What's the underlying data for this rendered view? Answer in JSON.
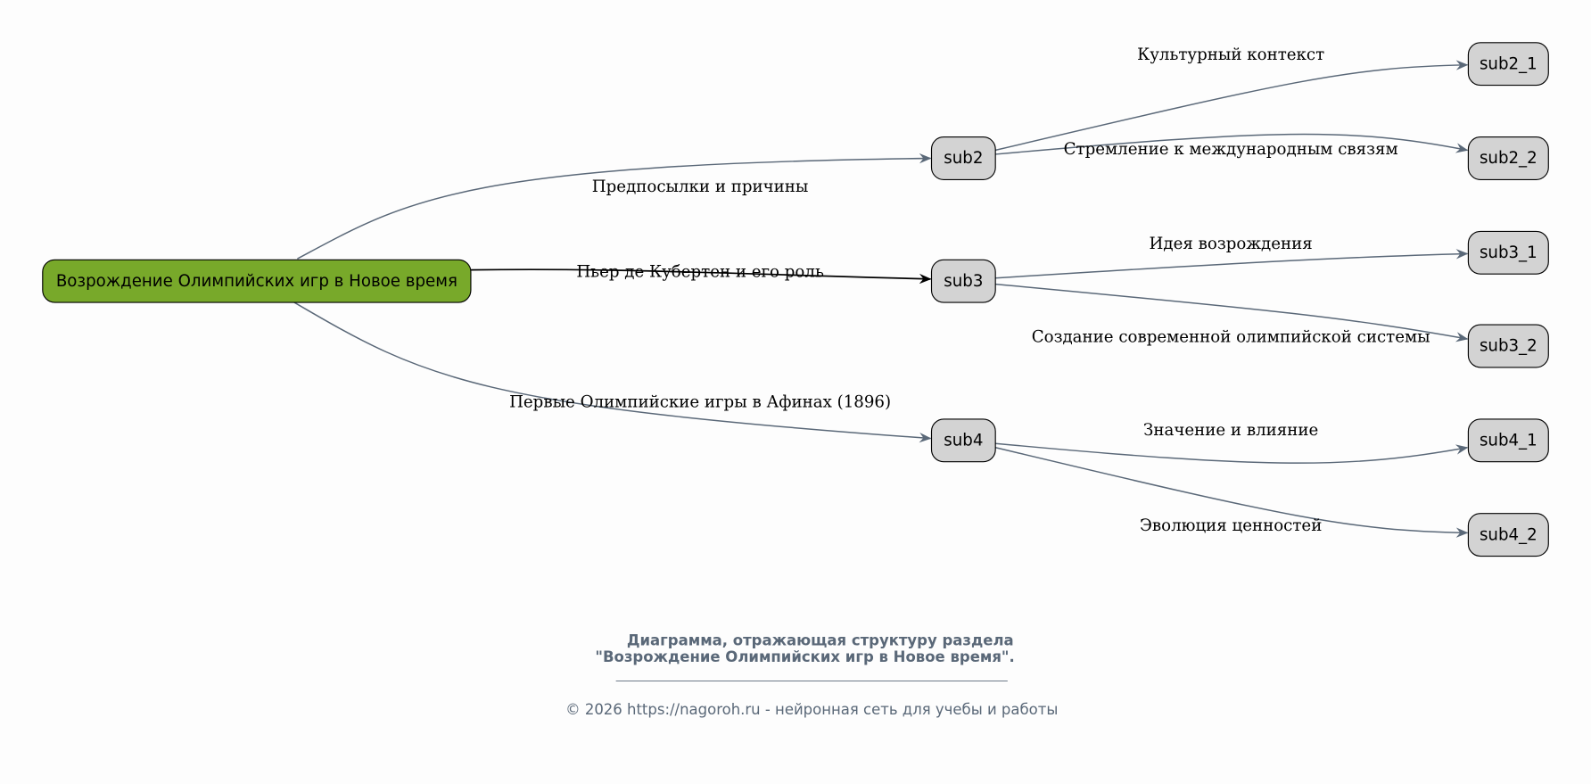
{
  "nodes": {
    "root": "Возрождение Олимпийских игр в Новое время",
    "sub2": "sub2",
    "sub3": "sub3",
    "sub4": "sub4",
    "sub2_1": "sub2_1",
    "sub2_2": "sub2_2",
    "sub3_1": "sub3_1",
    "sub3_2": "sub3_2",
    "sub4_1": "sub4_1",
    "sub4_2": "sub4_2"
  },
  "edges": {
    "root_sub2": "Предпосылки и причины",
    "root_sub3": "Пьер де Кубертен и его роль",
    "root_sub4": "Первые Олимпийские игры в Афинах (1896)",
    "sub2_1": "Культурный контекст",
    "sub2_2": "Стремление к международным связям",
    "sub3_1": "Идея возрождения",
    "sub3_2": "Создание современной олимпийской системы",
    "sub4_1": "Значение и влияние",
    "sub4_2": "Эволюция ценностей"
  },
  "caption": {
    "line1": "Диаграмма, отражающая структуру раздела",
    "line2": "\"Возрождение Олимпийских игр в Новое время\".",
    "copyright": "© 2026 https://nagoroh.ru - нейронная сеть для учебы и работы"
  },
  "colors": {
    "root_fill": "#78a92a",
    "node_fill": "#d3d3d3",
    "edge": "#5a6878"
  }
}
